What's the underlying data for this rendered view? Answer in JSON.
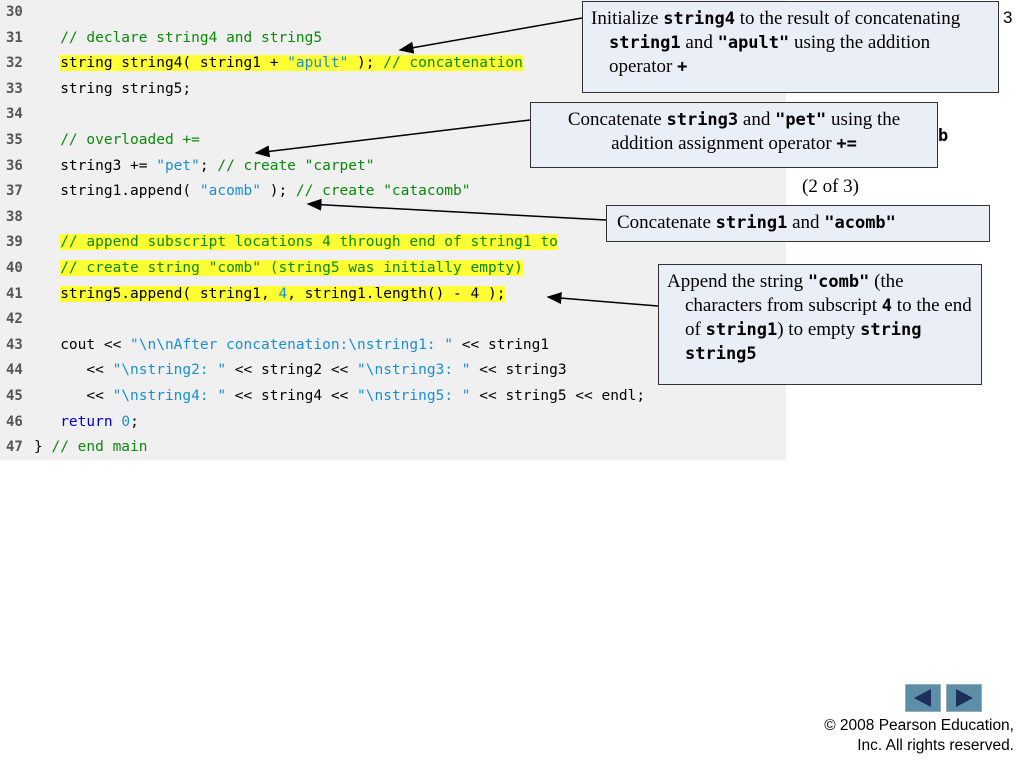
{
  "code": {
    "lines": [
      {
        "num": "30",
        "segments": []
      },
      {
        "num": "31",
        "segments": [
          {
            "t": "   ",
            "c": "plain"
          },
          {
            "t": "// declare string4 and string5",
            "c": "cmt"
          }
        ]
      },
      {
        "num": "32",
        "hl": true,
        "segments": [
          {
            "t": "   string string4( string1 + ",
            "c": "plain"
          },
          {
            "t": "\"apult\"",
            "c": "str"
          },
          {
            "t": " ); ",
            "c": "plain"
          },
          {
            "t": "// concatenation",
            "c": "cmt"
          }
        ]
      },
      {
        "num": "33",
        "segments": [
          {
            "t": "   string string5;",
            "c": "plain"
          }
        ]
      },
      {
        "num": "34",
        "segments": []
      },
      {
        "num": "35",
        "segments": [
          {
            "t": "   ",
            "c": "plain"
          },
          {
            "t": "// overloaded +=",
            "c": "cmt"
          }
        ]
      },
      {
        "num": "36",
        "segments": [
          {
            "t": "   string3 += ",
            "c": "plain"
          },
          {
            "t": "\"pet\"",
            "c": "str"
          },
          {
            "t": "; ",
            "c": "plain"
          },
          {
            "t": "// create \"carpet\"",
            "c": "cmt"
          }
        ]
      },
      {
        "num": "37",
        "segments": [
          {
            "t": "   string1.append( ",
            "c": "plain"
          },
          {
            "t": "\"acomb\"",
            "c": "str"
          },
          {
            "t": " ); ",
            "c": "plain"
          },
          {
            "t": "// create \"catacomb\"",
            "c": "cmt"
          }
        ]
      },
      {
        "num": "38",
        "segments": []
      },
      {
        "num": "39",
        "hl": true,
        "segments": [
          {
            "t": "   ",
            "c": "plain"
          },
          {
            "t": "// append subscript locations 4 through end of string1 to",
            "c": "cmt"
          }
        ]
      },
      {
        "num": "40",
        "hl": true,
        "segments": [
          {
            "t": "   ",
            "c": "plain"
          },
          {
            "t": "// create string \"comb\" (string5 was initially empty)",
            "c": "cmt"
          }
        ]
      },
      {
        "num": "41",
        "hl": true,
        "segments": [
          {
            "t": "   string5.append( string1, ",
            "c": "plain"
          },
          {
            "t": "4",
            "c": "num"
          },
          {
            "t": ", string1.length() - 4 );",
            "c": "plain"
          }
        ]
      },
      {
        "num": "42",
        "segments": []
      },
      {
        "num": "43",
        "segments": [
          {
            "t": "   cout << ",
            "c": "plain"
          },
          {
            "t": "\"\\n\\nAfter concatenation:\\nstring1: \"",
            "c": "str"
          },
          {
            "t": " << string1",
            "c": "plain"
          }
        ]
      },
      {
        "num": "44",
        "segments": [
          {
            "t": "      << ",
            "c": "plain"
          },
          {
            "t": "\"\\nstring2: \"",
            "c": "str"
          },
          {
            "t": " << string2 << ",
            "c": "plain"
          },
          {
            "t": "\"\\nstring3: \"",
            "c": "str"
          },
          {
            "t": " << string3",
            "c": "plain"
          }
        ]
      },
      {
        "num": "45",
        "segments": [
          {
            "t": "      << ",
            "c": "plain"
          },
          {
            "t": "\"\\nstring4: \"",
            "c": "str"
          },
          {
            "t": " << string4 << ",
            "c": "plain"
          },
          {
            "t": "\"\\nstring5: \"",
            "c": "str"
          },
          {
            "t": " << string5 << endl;",
            "c": "plain"
          }
        ]
      },
      {
        "num": "46",
        "segments": [
          {
            "t": "   ",
            "c": "plain"
          },
          {
            "t": "return",
            "c": "kw"
          },
          {
            "t": " ",
            "c": "plain"
          },
          {
            "t": "0",
            "c": "num"
          },
          {
            "t": ";",
            "c": "plain"
          }
        ]
      },
      {
        "num": "47",
        "segments": [
          {
            "t": "} ",
            "c": "plain"
          },
          {
            "t": "// end main",
            "c": "cmt"
          }
        ]
      }
    ]
  },
  "callouts": {
    "c1": {
      "a": "Initialize ",
      "b": "string4",
      "c": " to the result of concatenating ",
      "d": "string1",
      "e": " and ",
      "f": "\"apult\"",
      "g": " using the addition operator ",
      "h": "+"
    },
    "c2": {
      "a": "Concatenate ",
      "b": "string3",
      "c": " and ",
      "d": "\"pet\"",
      "e": " using the addition assignment operator ",
      "f": "+="
    },
    "c3": {
      "a": "Concatenate ",
      "b": "string1",
      "c": " and ",
      "d": "\"acomb\""
    },
    "c4": {
      "a": "Append the string ",
      "b": "\"comb\"",
      "c": " (the characters from subscript ",
      "d": "4",
      "e": " to the end of ",
      "f": "string1",
      "g": ") to empty ",
      "h": "string string5"
    }
  },
  "slide": {
    "number": "3",
    "partial_glyph": "b",
    "page_of": "(2 of 3)",
    "copyright_line1": "© 2008 Pearson Education,",
    "copyright_line2": "Inc.  All rights reserved."
  },
  "nav": {
    "prev_icon": "left-triangle-icon",
    "next_icon": "right-triangle-icon"
  },
  "colors": {
    "highlight": "#ffff33",
    "comment": "#0a8a0a",
    "string": "#1a8fd0",
    "keyword": "#0000cc",
    "callout_bg": "#eaeef6",
    "nav_button": "#5b8fa8"
  }
}
